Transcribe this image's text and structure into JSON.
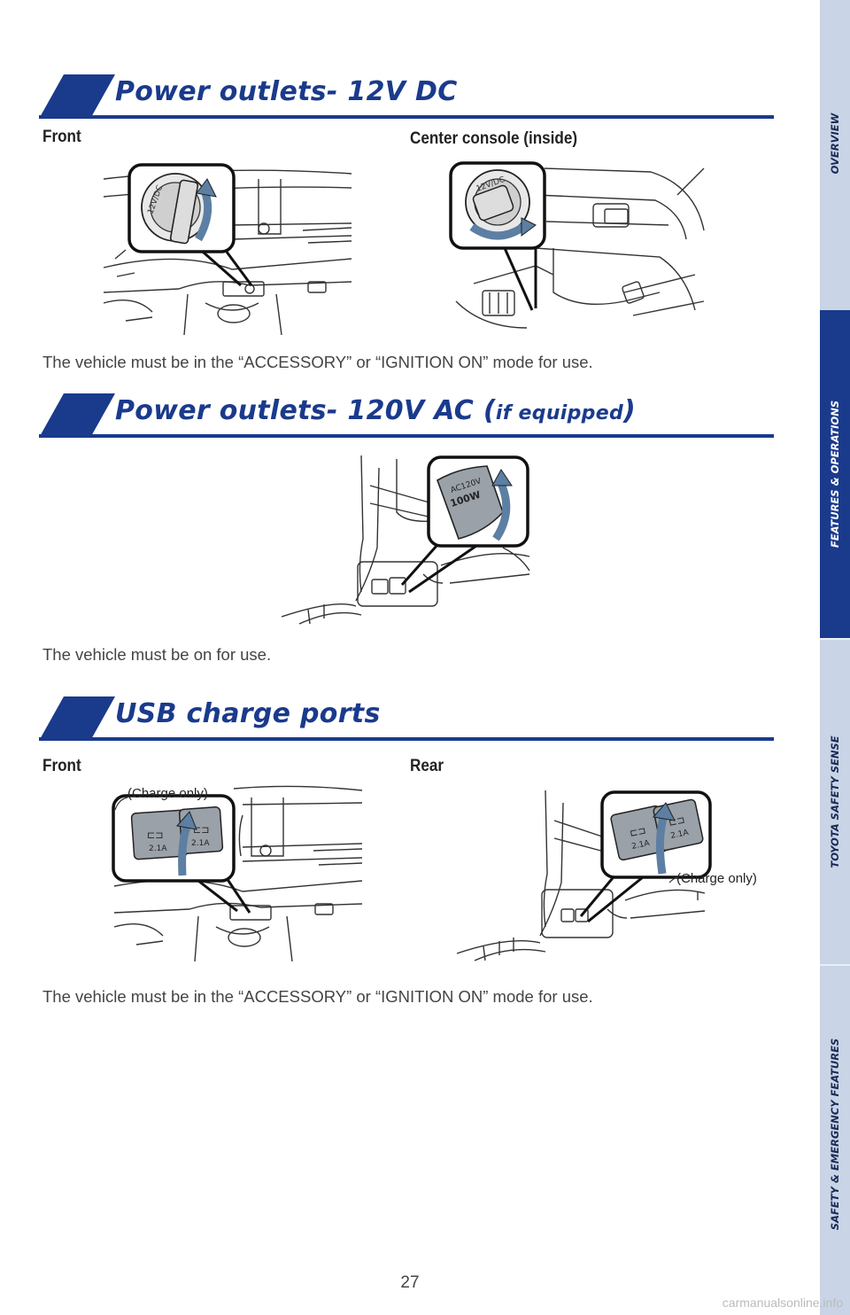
{
  "sections": {
    "dc": {
      "title": "Power outlets- 12V DC",
      "left_label": "Front",
      "right_label": "Center console (inside)",
      "note": "The vehicle must be in the “ACCESSORY” or “IGNITION ON” mode for use."
    },
    "ac": {
      "title_main": "Power outlets- 120V AC (",
      "title_small": "if equipped",
      "title_close": ")",
      "note": "The vehicle must be on for use."
    },
    "usb": {
      "title": "USB charge ports",
      "left_label": "Front",
      "right_label": "Rear",
      "front_callout": "(Charge only)",
      "rear_callout": "(Charge only)",
      "note": "The vehicle must be in the “ACCESSORY” or “IGNITION ON” mode for use."
    }
  },
  "sidebar": {
    "items": [
      {
        "label": "OVERVIEW",
        "active": false
      },
      {
        "label": "FEATURES & OPERATIONS",
        "active": true
      },
      {
        "label": "TOYOTA SAFETY SENSE",
        "active": false
      },
      {
        "label": "SAFETY & EMERGENCY FEATURES",
        "active": false
      }
    ]
  },
  "page_number": "27",
  "watermark": "carmanualsonline.info",
  "colors": {
    "brand": "#1a3a8c",
    "sidebar": "#c9d4e6",
    "callout_fill": "#9aa1a8"
  }
}
